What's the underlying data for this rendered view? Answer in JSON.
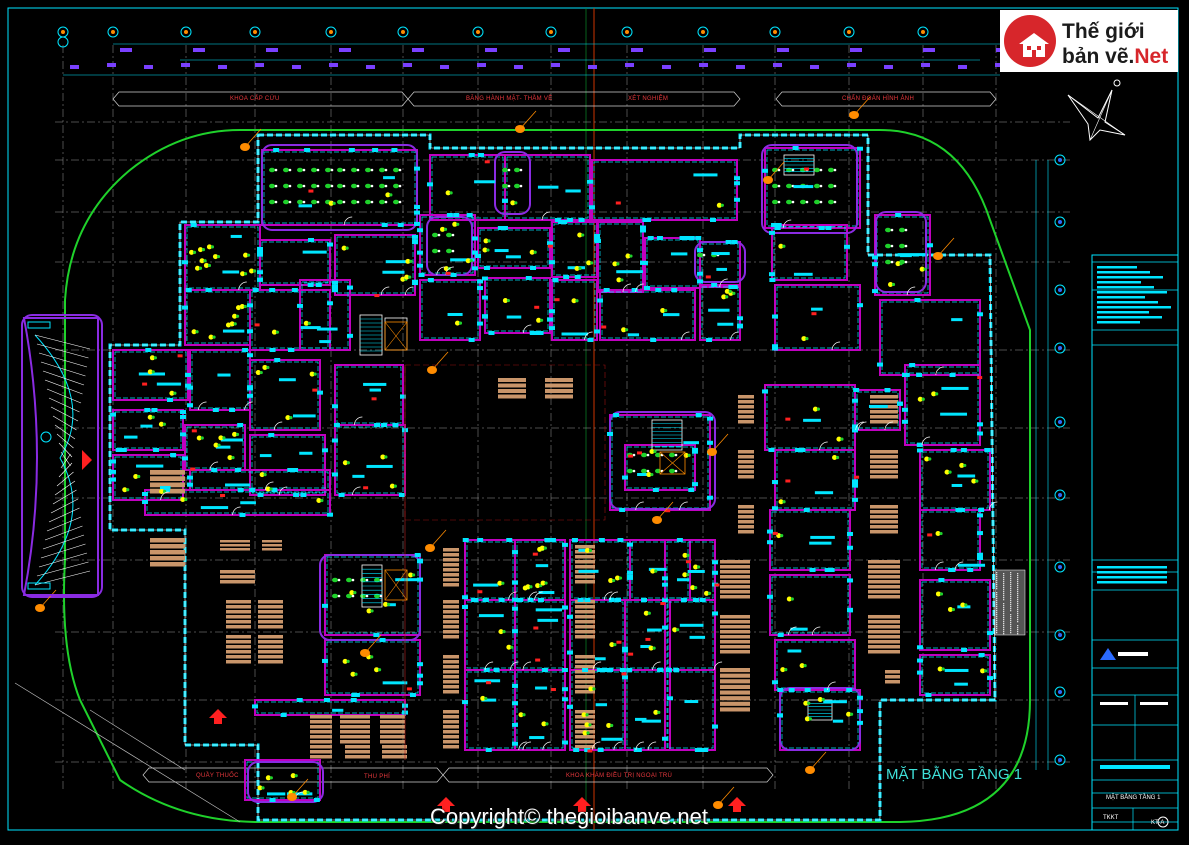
{
  "brand": {
    "line1": "Thế giới",
    "line2_a": "bản vẽ.",
    "line2_b": "Net"
  },
  "drawing": {
    "title": "MẶT BẰNG TẦNG 1",
    "copyright": "Copyright© thegioibanve.net",
    "zones_top": [
      "KHOA CẤP CỨU",
      "BĂNG HÀNH MẶT- THẦM VỀ",
      "XÉT NGHIỆM",
      "CHẨN ĐOÁN HÌNH ẢNH"
    ],
    "zones_bottom": [
      "QUẦY THUỐC",
      "THU PHÍ",
      "KHOA KHÁM ĐIỀU TRỊ NGOẠI TRÚ"
    ]
  },
  "title_block": {
    "sheet_name": "MẶT BẰNG TẦNG 1",
    "code": "TKKT",
    "sheet_no": "KT-A"
  },
  "colors": {
    "background": "#000000",
    "cyan": "#00e5ff",
    "magenta": "#c000c0",
    "green": "#1fd12b",
    "yellow": "#ffff00",
    "orange": "#ff8c00",
    "tan": "#c9956a",
    "white": "#ffffff",
    "red": "#ff2020"
  }
}
